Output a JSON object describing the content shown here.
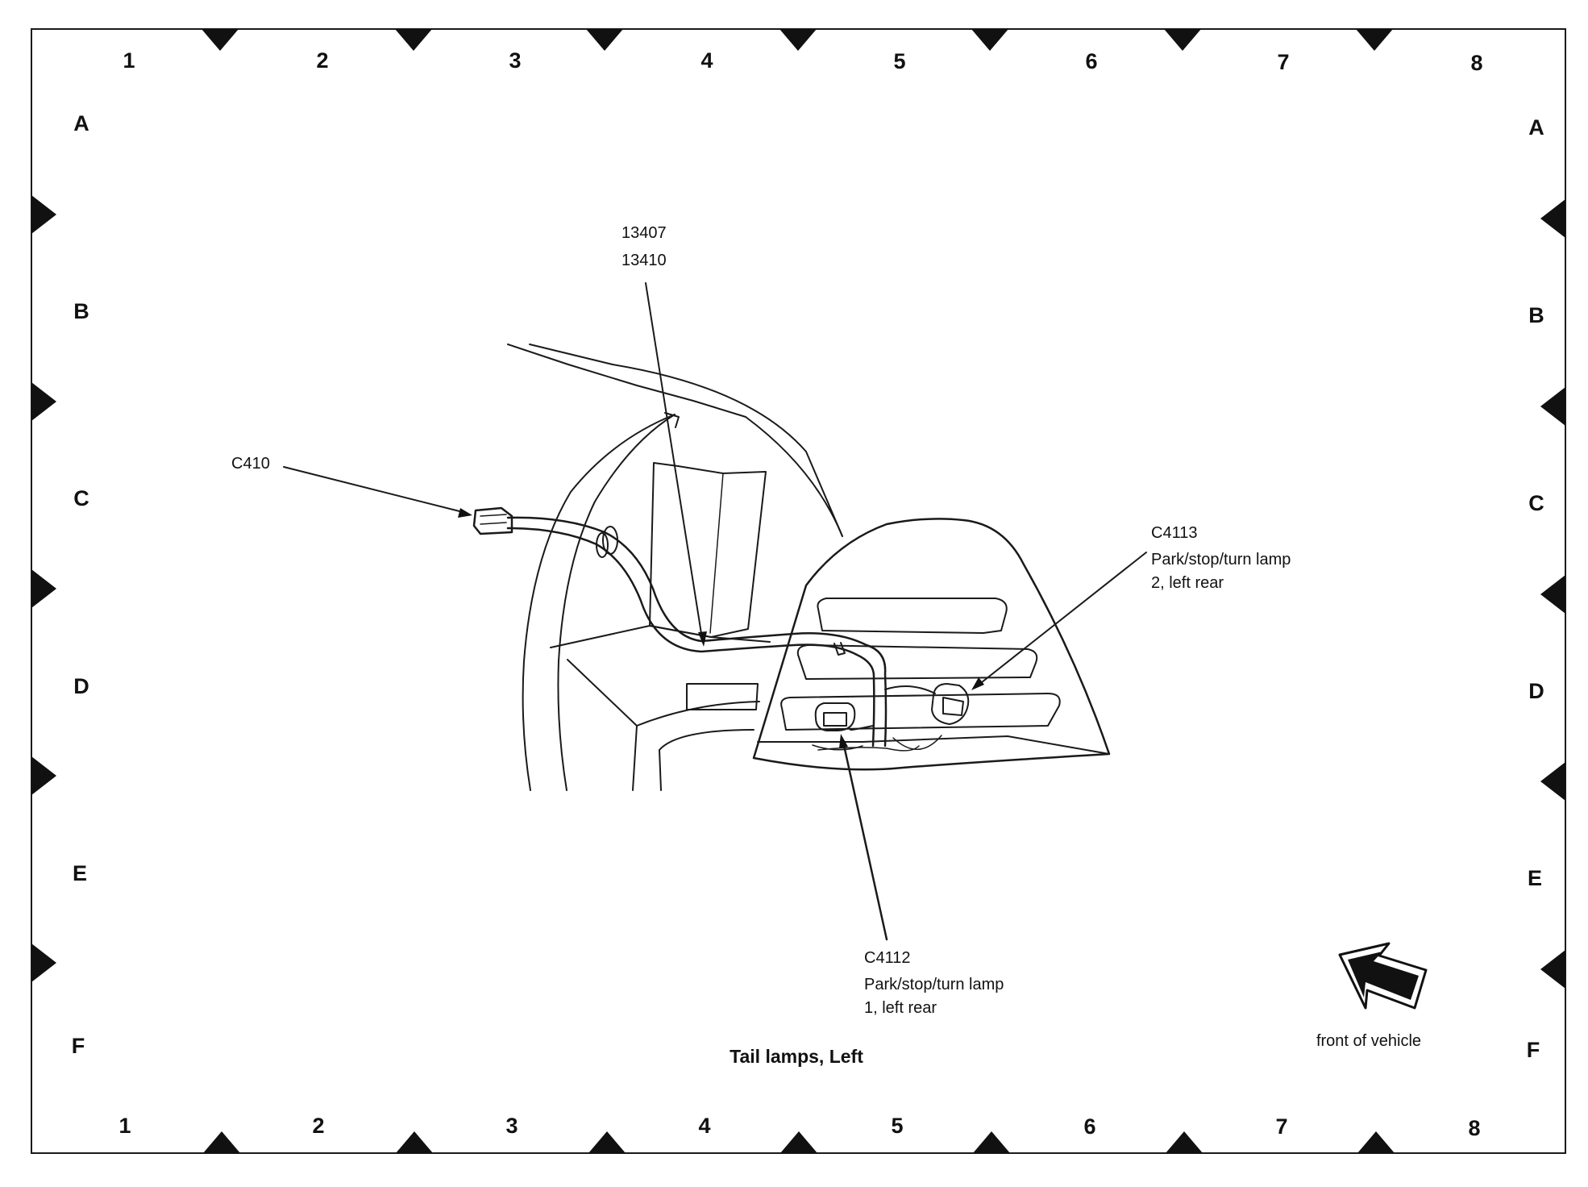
{
  "grid": {
    "columns": [
      "1",
      "2",
      "3",
      "4",
      "5",
      "6",
      "7",
      "8"
    ],
    "rows": [
      "A",
      "B",
      "C",
      "D",
      "E",
      "F"
    ]
  },
  "callouts": {
    "harness_part_1": "13407",
    "harness_part_2": "13410",
    "c410": "C410",
    "c4113_id": "C4113",
    "c4113_line1": "Park/stop/turn lamp",
    "c4113_line2": "2, left rear",
    "c4112_id": "C4112",
    "c4112_line1": "Park/stop/turn lamp",
    "c4112_line2": "1, left rear"
  },
  "title": "Tail lamps, Left",
  "orientation": {
    "label": "front of vehicle",
    "icon": "arrow-front-of-vehicle-icon"
  },
  "colors": {
    "ink": "#111111",
    "background": "#ffffff"
  }
}
